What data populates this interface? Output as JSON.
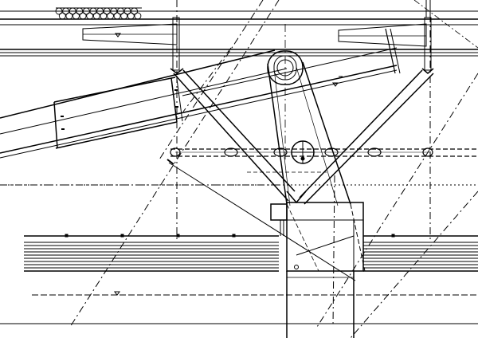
{
  "drawing": {
    "description_kind": "technical-line-drawing",
    "elements": {
      "rebar_bundle": "rebar-bundle",
      "upper_beam": "upper-beam-structure",
      "inclined_conveyor": "inclined-conveyor-tube",
      "central_column": "central-column",
      "v_brace_left": "left-diagonal-brace",
      "v_brace_right": "right-diagonal-brace",
      "hinge_joint": "hinge-joint",
      "horizontal_tie": "horizontal-tie-bar",
      "lower_deck": "lower-deck-layers",
      "base_block": "base-block",
      "level_marker_symbol": "triangle-level-marker"
    },
    "colors": {
      "line": "#000000",
      "background": "#ffffff"
    }
  }
}
